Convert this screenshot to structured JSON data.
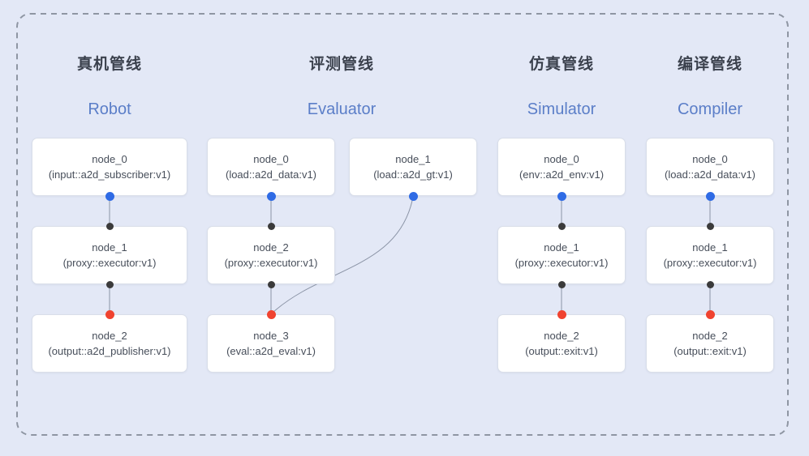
{
  "colors": {
    "background": "#e3e8f6",
    "box_bg": "#ffffff",
    "box_border": "#d9dee9",
    "title_zh": "#3b414d",
    "title_en": "#5b7ec8",
    "node_text": "#474e5a",
    "edge": "#8b94a6",
    "border_dash": "#8f96a3",
    "blue_dot": "#2f6be5",
    "black_dot": "#3b3b3b",
    "red_dot": "#f04330"
  },
  "pipelines": [
    {
      "title_zh": "真机管线",
      "title_en": "Robot",
      "nodes": [
        {
          "name": "node_0",
          "type": "(input::a2d_subscriber:v1)"
        },
        {
          "name": "node_1",
          "type": "(proxy::executor:v1)"
        },
        {
          "name": "node_2",
          "type": "(output::a2d_publisher:v1)"
        }
      ]
    },
    {
      "title_zh": "评测管线",
      "title_en": "Evaluator",
      "nodes": [
        {
          "name": "node_0",
          "type": "(load::a2d_data:v1)"
        },
        {
          "name": "node_1",
          "type": "(load::a2d_gt:v1)"
        },
        {
          "name": "node_2",
          "type": "(proxy::executor:v1)"
        },
        {
          "name": "node_3",
          "type": "(eval::a2d_eval:v1)"
        }
      ]
    },
    {
      "title_zh": "仿真管线",
      "title_en": "Simulator",
      "nodes": [
        {
          "name": "node_0",
          "type": "(env::a2d_env:v1)"
        },
        {
          "name": "node_1",
          "type": "(proxy::executor:v1)"
        },
        {
          "name": "node_2",
          "type": "(output::exit:v1)"
        }
      ]
    },
    {
      "title_zh": "编译管线",
      "title_en": "Compiler",
      "nodes": [
        {
          "name": "node_0",
          "type": "(load::a2d_data:v1)"
        },
        {
          "name": "node_1",
          "type": "(proxy::executor:v1)"
        },
        {
          "name": "node_2",
          "type": "(output::exit:v1)"
        }
      ]
    }
  ]
}
